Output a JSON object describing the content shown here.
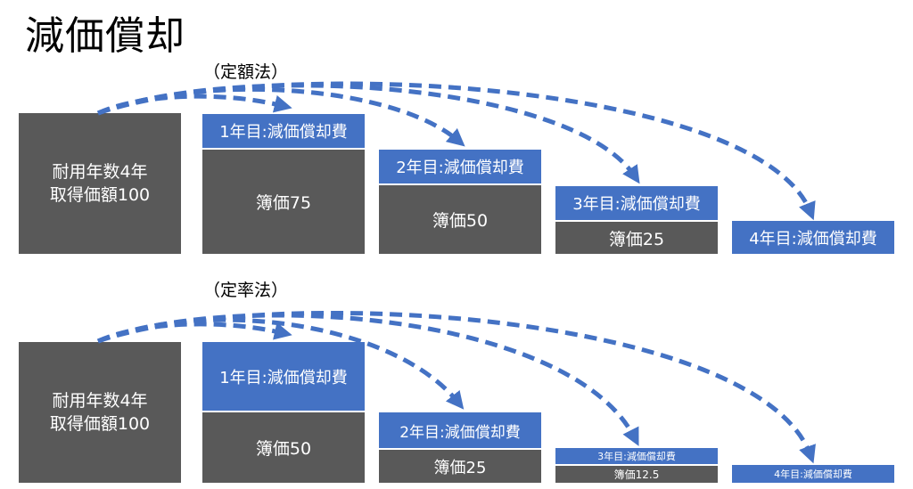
{
  "title": "減価償却",
  "straight_line": {
    "label": "（定額法）",
    "base": {
      "line1": "耐用年数4年",
      "line2": "取得価額100"
    },
    "years": [
      {
        "expense_label": "1年目:減価償却費",
        "book_value": "簿価75"
      },
      {
        "expense_label": "2年目:減価償却費",
        "book_value": "簿価50"
      },
      {
        "expense_label": "3年目:減価償却費",
        "book_value": "簿価25"
      },
      {
        "expense_label": "4年目:減価償却費",
        "book_value": ""
      }
    ]
  },
  "declining_balance": {
    "label": "（定率法）",
    "base": {
      "line1": "耐用年数4年",
      "line2": "取得価額100"
    },
    "years": [
      {
        "expense_label": "1年目:減価償却費",
        "book_value": "簿価50"
      },
      {
        "expense_label": "2年目:減価償却費",
        "book_value": "簿価25"
      },
      {
        "expense_label": "3年目:減価償却費",
        "book_value": "簿価12.5"
      },
      {
        "expense_label": "4年目:減価償却費",
        "book_value": ""
      }
    ]
  },
  "colors": {
    "expense": "#4472c4",
    "book_value": "#595959",
    "arrow": "#4472c4"
  }
}
